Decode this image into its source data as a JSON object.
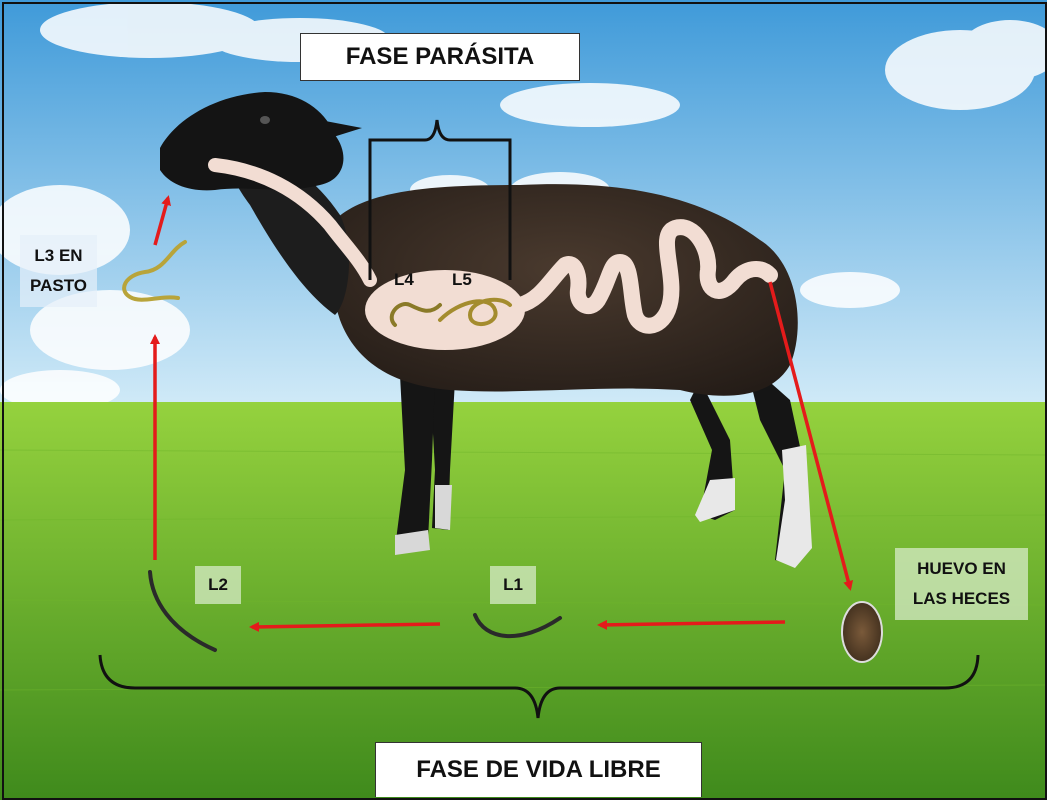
{
  "labels": {
    "parasitic_phase": "FASE PARÁSITA",
    "free_living_phase": "FASE DE VIDA LIBRE",
    "l4": "L4",
    "l5": "L5",
    "l3_line1": "L3 EN",
    "l3_line2": "PASTO",
    "l2": "L2",
    "l1": "L1",
    "egg_line1": "HUEVO EN",
    "egg_line2": "LAS HECES"
  },
  "colors": {
    "sky_top": "#3f9ad9",
    "sky_bottom": "#d2ebf8",
    "grass_top": "#8fce3a",
    "grass_bottom": "#3f8a1c",
    "sheep_wool": "#2f2620",
    "sheep_head": "#141414",
    "gut": "#f2ddd3",
    "arrow": "#e41b1b",
    "bracket": "#111111"
  }
}
